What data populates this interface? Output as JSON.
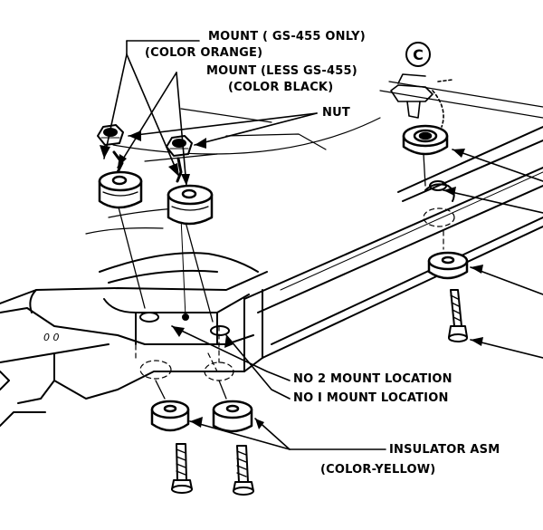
{
  "diagram": {
    "labels": {
      "mount_gs455": "MOUNT ( GS-455 ONLY)",
      "color_orange": "(COLOR ORANGE)",
      "mount_less": "MOUNT (LESS GS-455)",
      "color_black": "(COLOR BLACK)",
      "nut": "NUT",
      "view_marker": "C",
      "no2_mount": "NO 2 MOUNT LOCATION",
      "no1_mount": "NO I MOUNT LOCATION",
      "insulator": "INSULATOR ASM",
      "color_yellow": "(COLOR-YELLOW)",
      "frame_marking": "0 0"
    },
    "colors": {
      "ink": "#000000",
      "paper": "#ffffff"
    }
  }
}
